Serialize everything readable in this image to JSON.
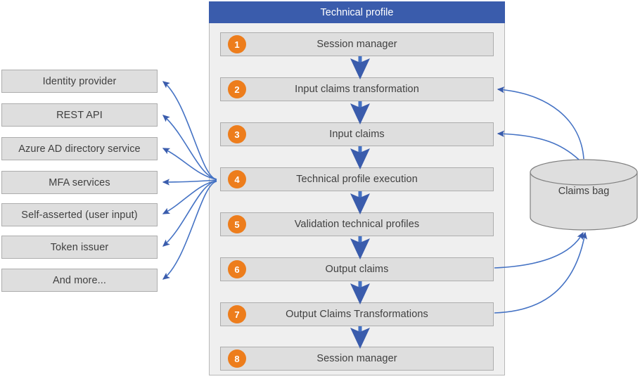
{
  "panel": {
    "title": "Technical profile",
    "header_color": "#3A5CAC",
    "body_color": "#EFEFEF",
    "steps": [
      {
        "num": "1",
        "label": "Session manager"
      },
      {
        "num": "2",
        "label": "Input claims transformation"
      },
      {
        "num": "3",
        "label": "Input claims"
      },
      {
        "num": "4",
        "label": "Technical profile execution"
      },
      {
        "num": "5",
        "label": "Validation technical profiles"
      },
      {
        "num": "6",
        "label": "Output claims"
      },
      {
        "num": "7",
        "label": "Output Claims Transformations"
      },
      {
        "num": "8",
        "label": "Session manager"
      }
    ],
    "step_badge_color": "#ED7D1C",
    "step_box_color": "#DEDEDE"
  },
  "sources": {
    "items": [
      {
        "label": "Identity provider"
      },
      {
        "label": "REST API"
      },
      {
        "label": "Azure AD directory service"
      },
      {
        "label": "MFA services"
      },
      {
        "label": "Self-asserted (user input)"
      },
      {
        "label": "Token issuer"
      },
      {
        "label": "And more..."
      }
    ],
    "box_color": "#DEDEDE"
  },
  "datastore": {
    "label": "Claims bag",
    "fill": "#DEDEDE",
    "stroke": "#808080"
  },
  "connectors": {
    "color": "#4472C4",
    "flow_arrows": 7,
    "source_fan_arrows": 7,
    "claims_bag_in": 2,
    "claims_bag_out": 2
  }
}
